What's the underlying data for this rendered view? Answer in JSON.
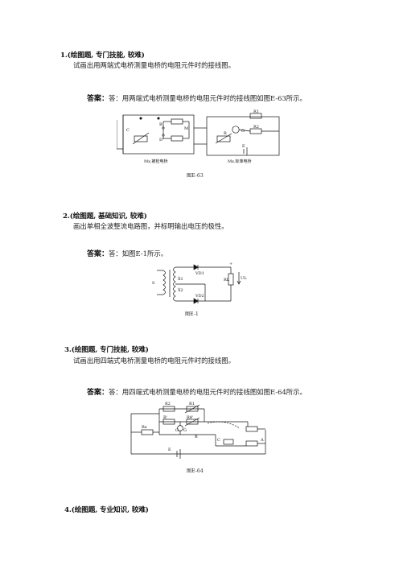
{
  "questions": [
    {
      "title": "1.(绘图题, 专门技能, 较难)",
      "prompt": "试画出用两端式电桥测量电桥的电阻元件时的接线图。",
      "answer_label": "答案：",
      "answer": "答：用两端式电桥测量电桥的电阻元件时的接线图如图E-63所示。",
      "figure": {
        "caption": "图E-63",
        "labels": [
          "C",
          "B",
          "D",
          "M",
          "R",
          "G",
          "R1",
          "R2",
          "E"
        ],
        "sub_captions": [
          "Mx.被检电桥",
          "Mx.标准电桥"
        ]
      }
    },
    {
      "title": "2.(绘图题, 基础知识, 较难)",
      "prompt": "画出单相全波整流电路图，并标明输出电压的极性。",
      "answer_label": "答案：",
      "answer": "答：如图E-1所示。",
      "figure": {
        "caption": "图E-1",
        "labels": [
          "VD1",
          "VD2",
          "Ẋ1",
          "Ẋ2",
          "RL",
          "UL",
          "S",
          "+"
        ]
      }
    },
    {
      "title": "3.(绘图题, 专门技能, 较难)",
      "prompt": "试画出用四端式电桥测量电桥的电阻元件时的接线图。",
      "answer_label": "答案：",
      "answer": "答：用四端式电桥测量电桥的电阻元件时的接线图如图E-64所示。",
      "figure": {
        "caption": "图E-64",
        "labels": [
          "R2",
          "R1",
          "R",
          "R4",
          "G",
          "Rx",
          "B",
          "C",
          "E",
          "A"
        ]
      }
    },
    {
      "title": "4.(绘图题, 专业知识, 较难)"
    }
  ]
}
